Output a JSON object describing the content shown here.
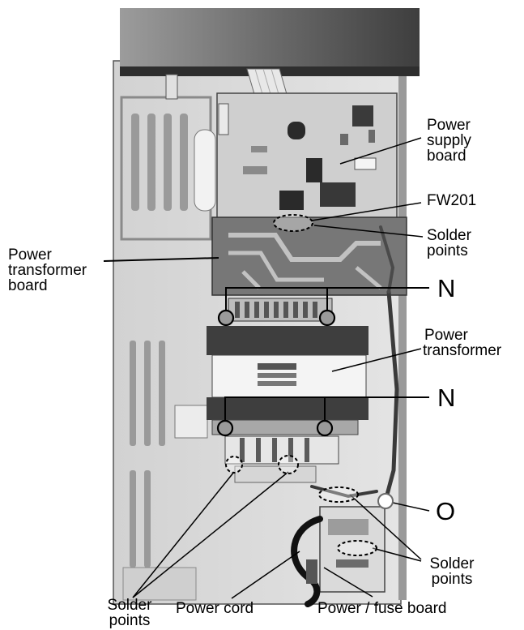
{
  "labels": {
    "power_supply_board": [
      "Power",
      "supply",
      "board"
    ],
    "fw201": "FW201",
    "solder_points_top": [
      "Solder",
      "points"
    ],
    "power_transformer_board": [
      "Power",
      "transformer",
      "board"
    ],
    "marker_n_upper": "N",
    "power_transformer": [
      "Power",
      "transformer"
    ],
    "marker_n_lower": "N",
    "marker_o": "O",
    "solder_points_right": [
      "Solder",
      "points"
    ],
    "solder_points_bottom": [
      "Solder",
      "points"
    ],
    "power_cord": "Power cord",
    "power_fuse_board": "Power / fuse board"
  }
}
